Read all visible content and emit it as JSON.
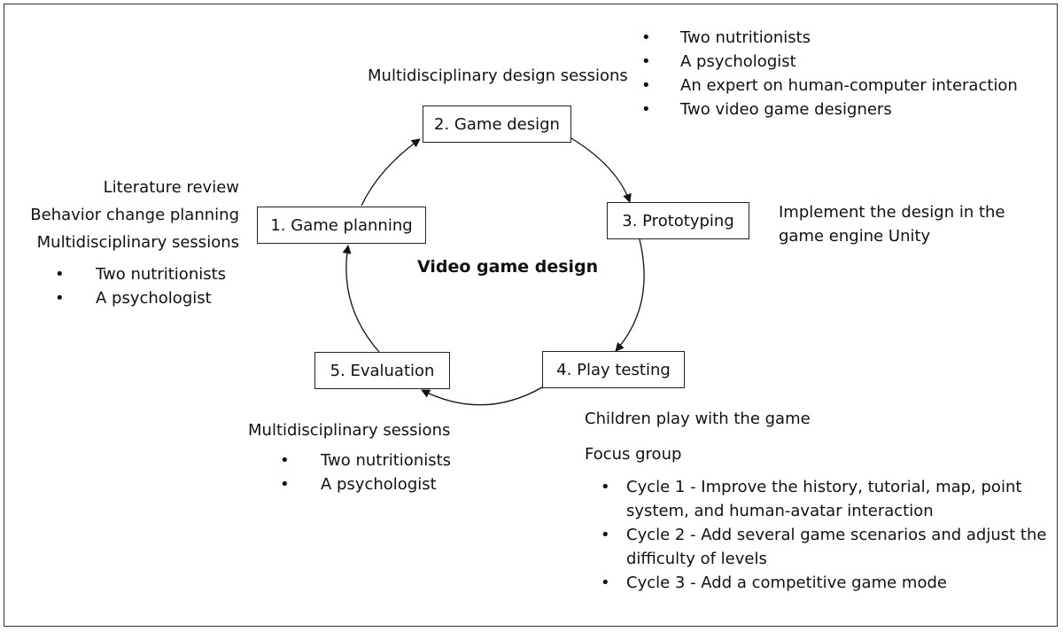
{
  "center_title": "Video game design",
  "stages": [
    {
      "label": "1. Game planning"
    },
    {
      "label": "2. Game design"
    },
    {
      "label": "3. Prototyping"
    },
    {
      "label": "4. Play testing"
    },
    {
      "label": "5. Evaluation"
    }
  ],
  "bullet_glyph": "•",
  "planning_notes": {
    "lines": [
      "Literature review",
      "Behavior change planning",
      "Multidisciplinary sessions"
    ],
    "bullets": [
      "Two nutritionists",
      "A psychologist"
    ]
  },
  "design_notes": {
    "label": "Multidisciplinary design sessions",
    "bullets": [
      "Two nutritionists",
      "A psychologist",
      "An expert on human-computer interaction",
      "Two video game designers"
    ]
  },
  "prototyping_notes": {
    "lines": [
      "Implement the design in the",
      "game engine Unity"
    ]
  },
  "testing_notes": {
    "lines": [
      "Children play with the game",
      "Focus group"
    ],
    "cycles": [
      "Cycle 1 - Improve the history, tutorial, map, point system, and human-avatar interaction",
      "Cycle 2 - Add several game scenarios and adjust the difficulty of levels",
      "Cycle 3  - Add a competitive game mode"
    ]
  },
  "evaluation_notes": {
    "label": "Multidisciplinary sessions",
    "bullets": [
      "Two nutritionists",
      "A psychologist"
    ]
  }
}
